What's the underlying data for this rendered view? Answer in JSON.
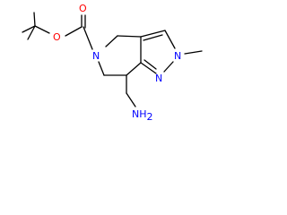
{
  "molecule": {
    "atoms": {
      "o_carbonyl": {
        "text": "O",
        "color": "#ff0000"
      },
      "o_ester": {
        "text": "O",
        "color": "#ff0000"
      },
      "n_ring": {
        "text": "N",
        "color": "#0000ff"
      },
      "n_methyl": {
        "text": "N",
        "color": "#0000ff"
      },
      "n_pyrazole": {
        "text": "N",
        "color": "#0000ff"
      },
      "nh2_n": {
        "text": "NH",
        "color": "#0000ff"
      },
      "nh2_sub": {
        "text": "2",
        "color": "#0000ff"
      }
    },
    "bond_color": "#000000"
  }
}
